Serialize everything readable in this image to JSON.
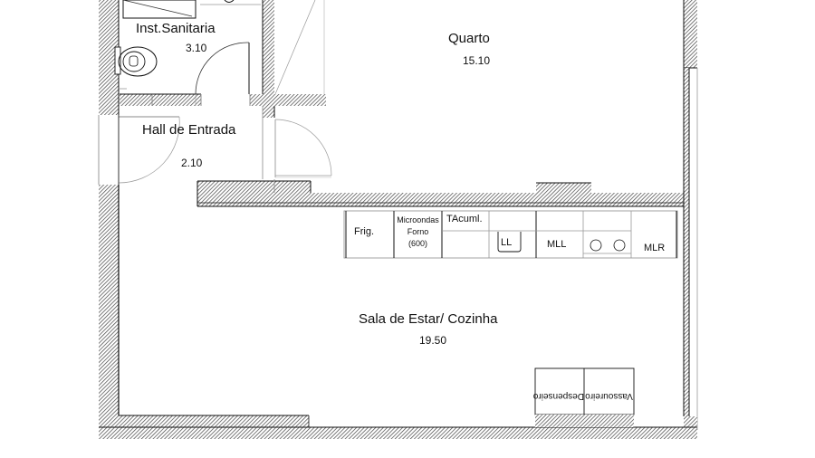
{
  "rooms": {
    "inst_sanitaria": {
      "name": "Inst.Sanitaria",
      "area": "3.10"
    },
    "quarto": {
      "name": "Quarto",
      "area": "15.10"
    },
    "hall": {
      "name": "Hall de Entrada",
      "area": "2.10"
    },
    "sala": {
      "name": "Sala de Estar/ Cozinha",
      "area": "19.50"
    }
  },
  "kitchen": {
    "fridge": "Frig.",
    "microwave_line1": "Microondas",
    "microwave_line2": "Forno",
    "microwave_line3": "(600)",
    "water_heater": "TAcuml.",
    "sink": "LL",
    "dishwasher": "MLL",
    "washing_machine": "MLR"
  },
  "storage": {
    "left": "Despenseiro",
    "right": "Vassoureiro"
  },
  "colors": {
    "wall_hatch": "#555555",
    "line": "#111111",
    "light_line": "#999999",
    "background": "#ffffff"
  }
}
